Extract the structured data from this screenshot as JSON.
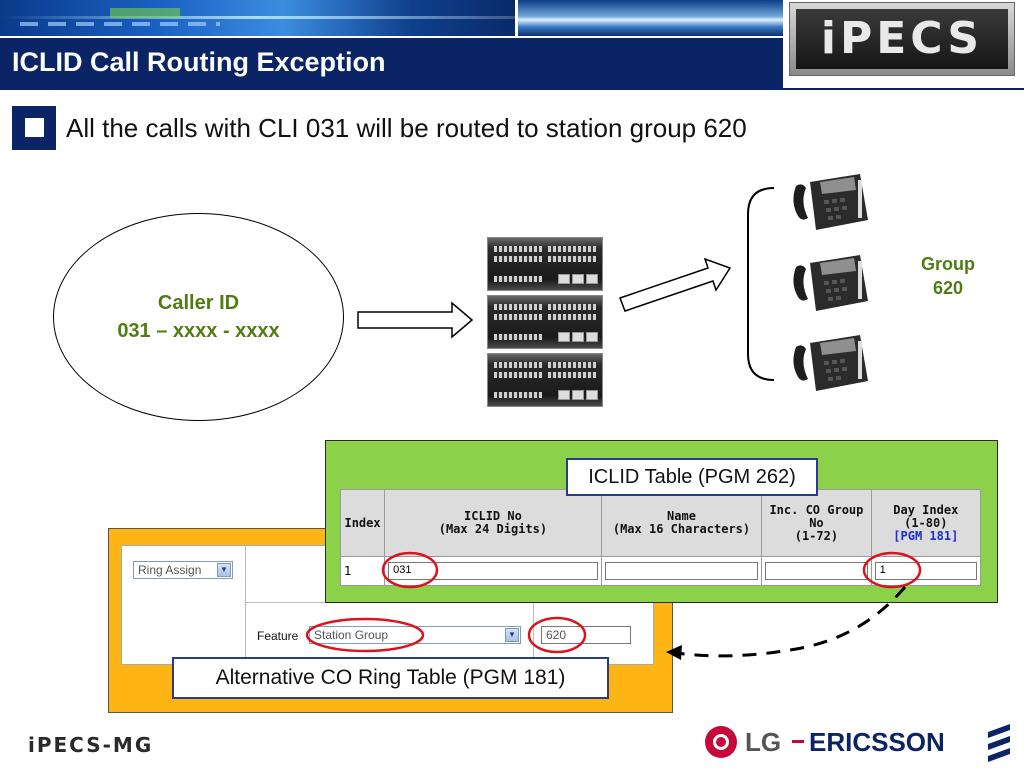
{
  "header": {
    "title": "ICLID Call Routing Exception",
    "logo": "iPECS"
  },
  "bullet": {
    "text": "All the calls with CLI 031 will be routed to station group 620"
  },
  "diagram": {
    "caller_label": "Caller ID",
    "caller_number": "031 – xxxx - xxxx",
    "group_label": "Group",
    "group_number": "620"
  },
  "iclid_table": {
    "title": "ICLID Table (PGM 262)",
    "headers": {
      "index": "Index",
      "iclid_no": "ICLID No",
      "iclid_no_sub": "(Max 24 Digits)",
      "name": "Name",
      "name_sub": "(Max 16 Characters)",
      "inc_co": "Inc. CO Group",
      "inc_co_2": "No",
      "inc_co_sub": "(1-72)",
      "day_index": "Day Index",
      "day_index_sub": "(1-80)",
      "day_index_pgm": "[PGM 181]"
    },
    "row": {
      "index": "1",
      "iclid_no": "031",
      "name": "",
      "inc_co": "",
      "day_index": "1"
    }
  },
  "alt_table": {
    "title": "Alternative CO Ring Table (PGM 181)",
    "ring_assign": "Ring Assign",
    "feature_label": "Feature",
    "feature_value": "Station Group",
    "ring_value": "620"
  },
  "footer": {
    "left_logo": "iPECS-MG",
    "lg": "LG",
    "ericsson": "ERICSSON"
  },
  "colors": {
    "navy": "#0b2466",
    "green_text": "#4f7d12",
    "green_panel": "#8bd24a",
    "orange_panel": "#fdb515",
    "highlight_red": "#d9141c",
    "lg_red": "#c6073a"
  }
}
